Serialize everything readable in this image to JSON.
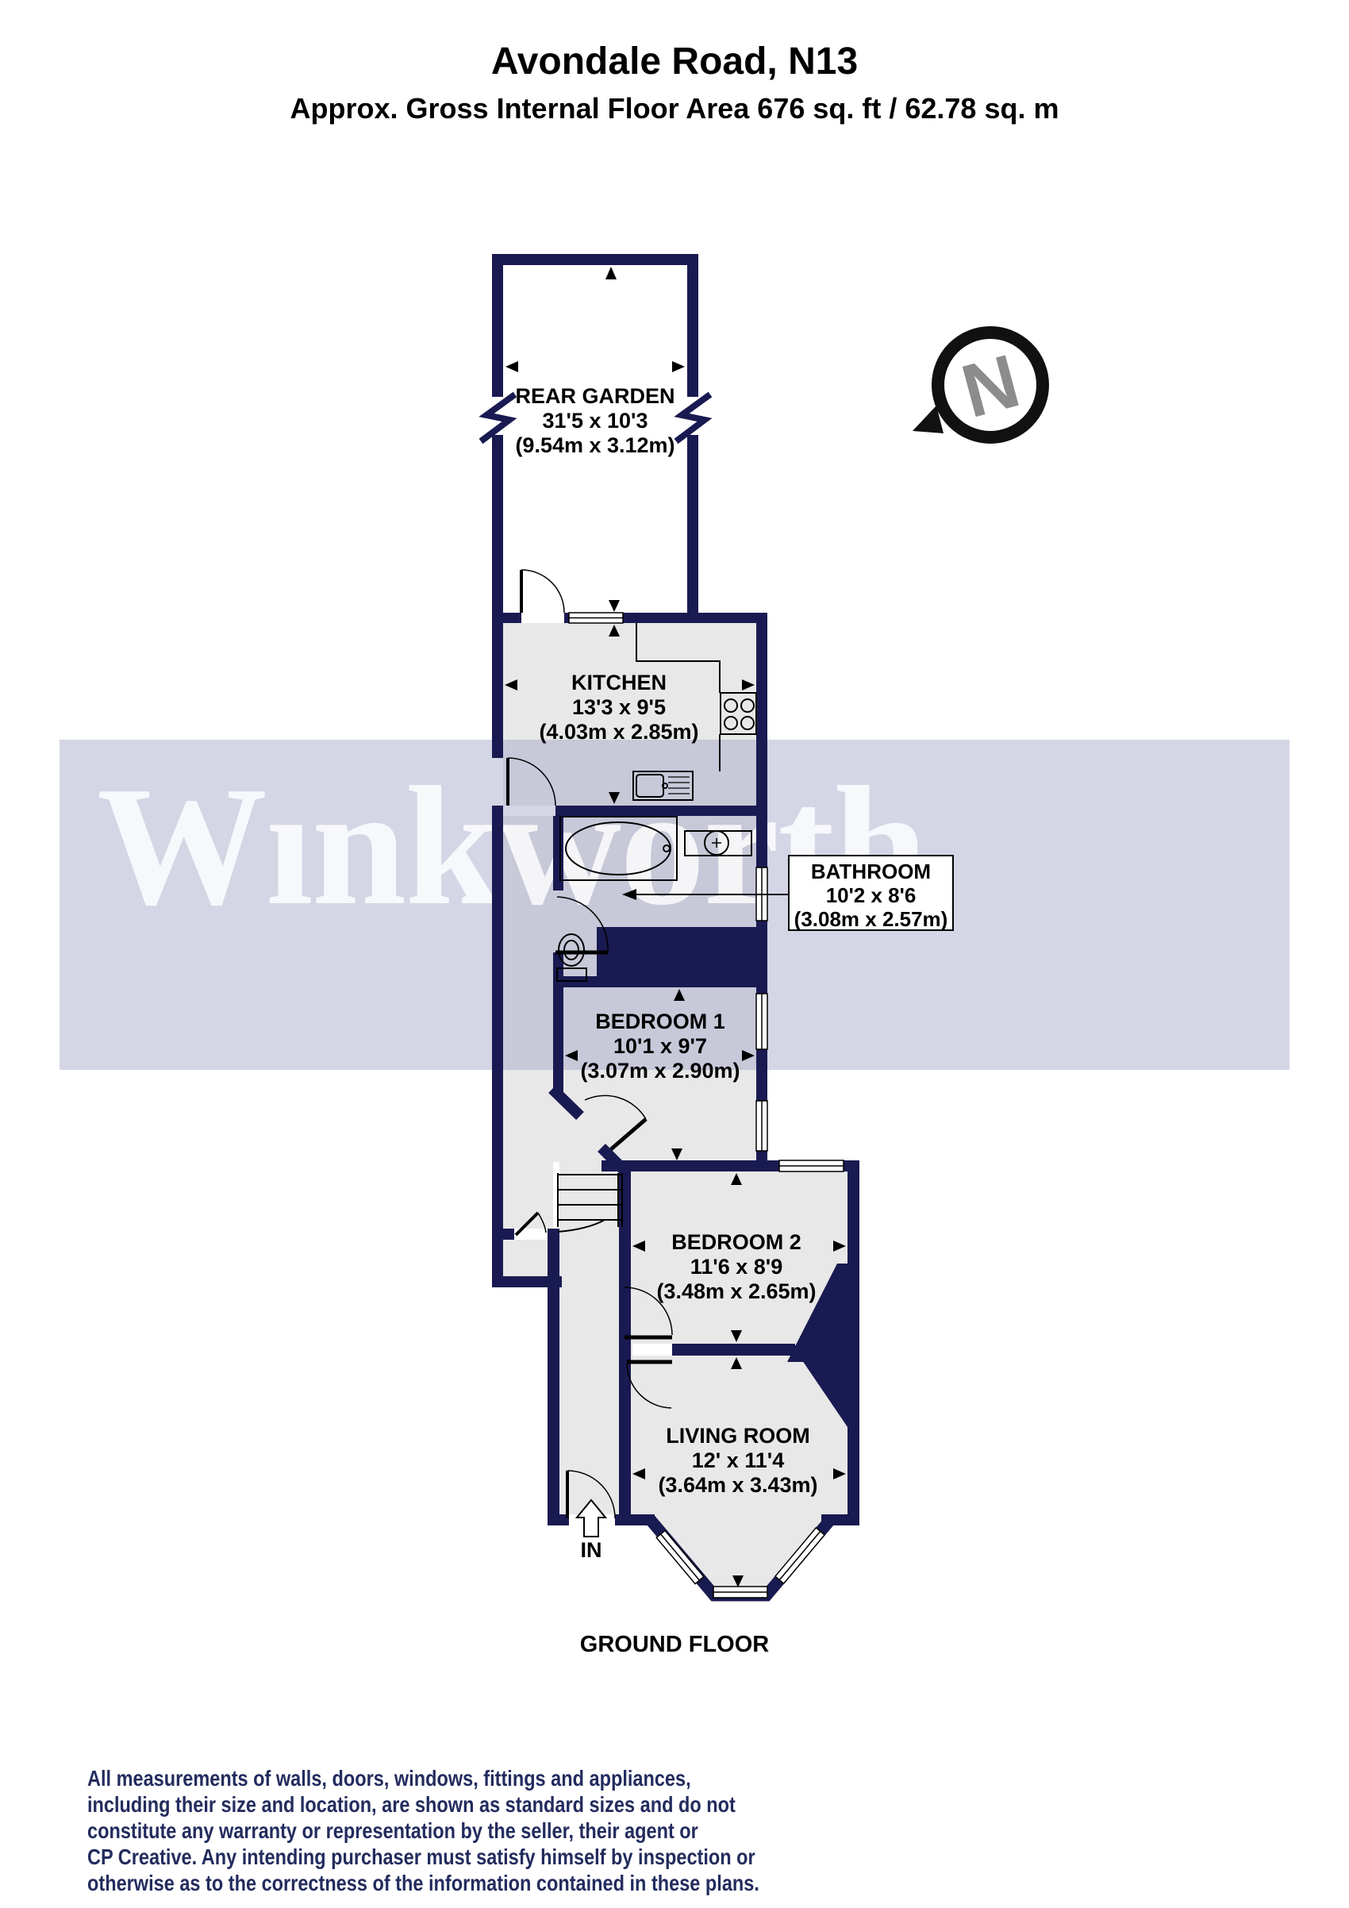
{
  "header": {
    "title": "Avondale Road, N13",
    "subtitle": "Approx. Gross Internal Floor Area 676 sq. ft / 62.78 sq. m"
  },
  "watermark": {
    "text": "Wınkworth"
  },
  "compass": {
    "letter": "N"
  },
  "rooms": [
    {
      "id": "rear-garden",
      "name": "REAR GARDEN",
      "size_imperial": "31'5 x 10'3",
      "size_metric": "(9.54m x 3.12m)"
    },
    {
      "id": "kitchen",
      "name": "KITCHEN",
      "size_imperial": "13'3 x 9'5",
      "size_metric": "(4.03m x 2.85m)"
    },
    {
      "id": "bathroom",
      "name": "BATHROOM",
      "size_imperial": "10'2 x 8'6",
      "size_metric": "(3.08m x 2.57m)"
    },
    {
      "id": "bedroom-1",
      "name": "BEDROOM 1",
      "size_imperial": "10'1 x 9'7",
      "size_metric": "(3.07m x 2.90m)"
    },
    {
      "id": "bedroom-2",
      "name": "BEDROOM 2",
      "size_imperial": "11'6 x 8'9",
      "size_metric": "(3.48m x 2.65m)"
    },
    {
      "id": "living-room",
      "name": "LIVING ROOM",
      "size_imperial": "12' x 11'4",
      "size_metric": "(3.64m x 3.43m)"
    }
  ],
  "entrance_label": "IN",
  "floor_label": "GROUND FLOOR",
  "disclaimer_lines": [
    "All measurements of walls, doors, windows, fittings and appliances,",
    "including their size and location, are shown as standard sizes and do not",
    "constitute any warranty or representation by the seller, their agent or",
    "CP Creative. Any intending purchaser must satisfy himself by inspection or",
    "otherwise as to the correctness of the information contained in these plans."
  ],
  "colors": {
    "wall": "#1a1a52",
    "floor": "#e8e8e8",
    "watermark_band": "#d3d4df",
    "disclaimer_text": "#232c5e",
    "compass_letter": "#8c8c8c"
  }
}
